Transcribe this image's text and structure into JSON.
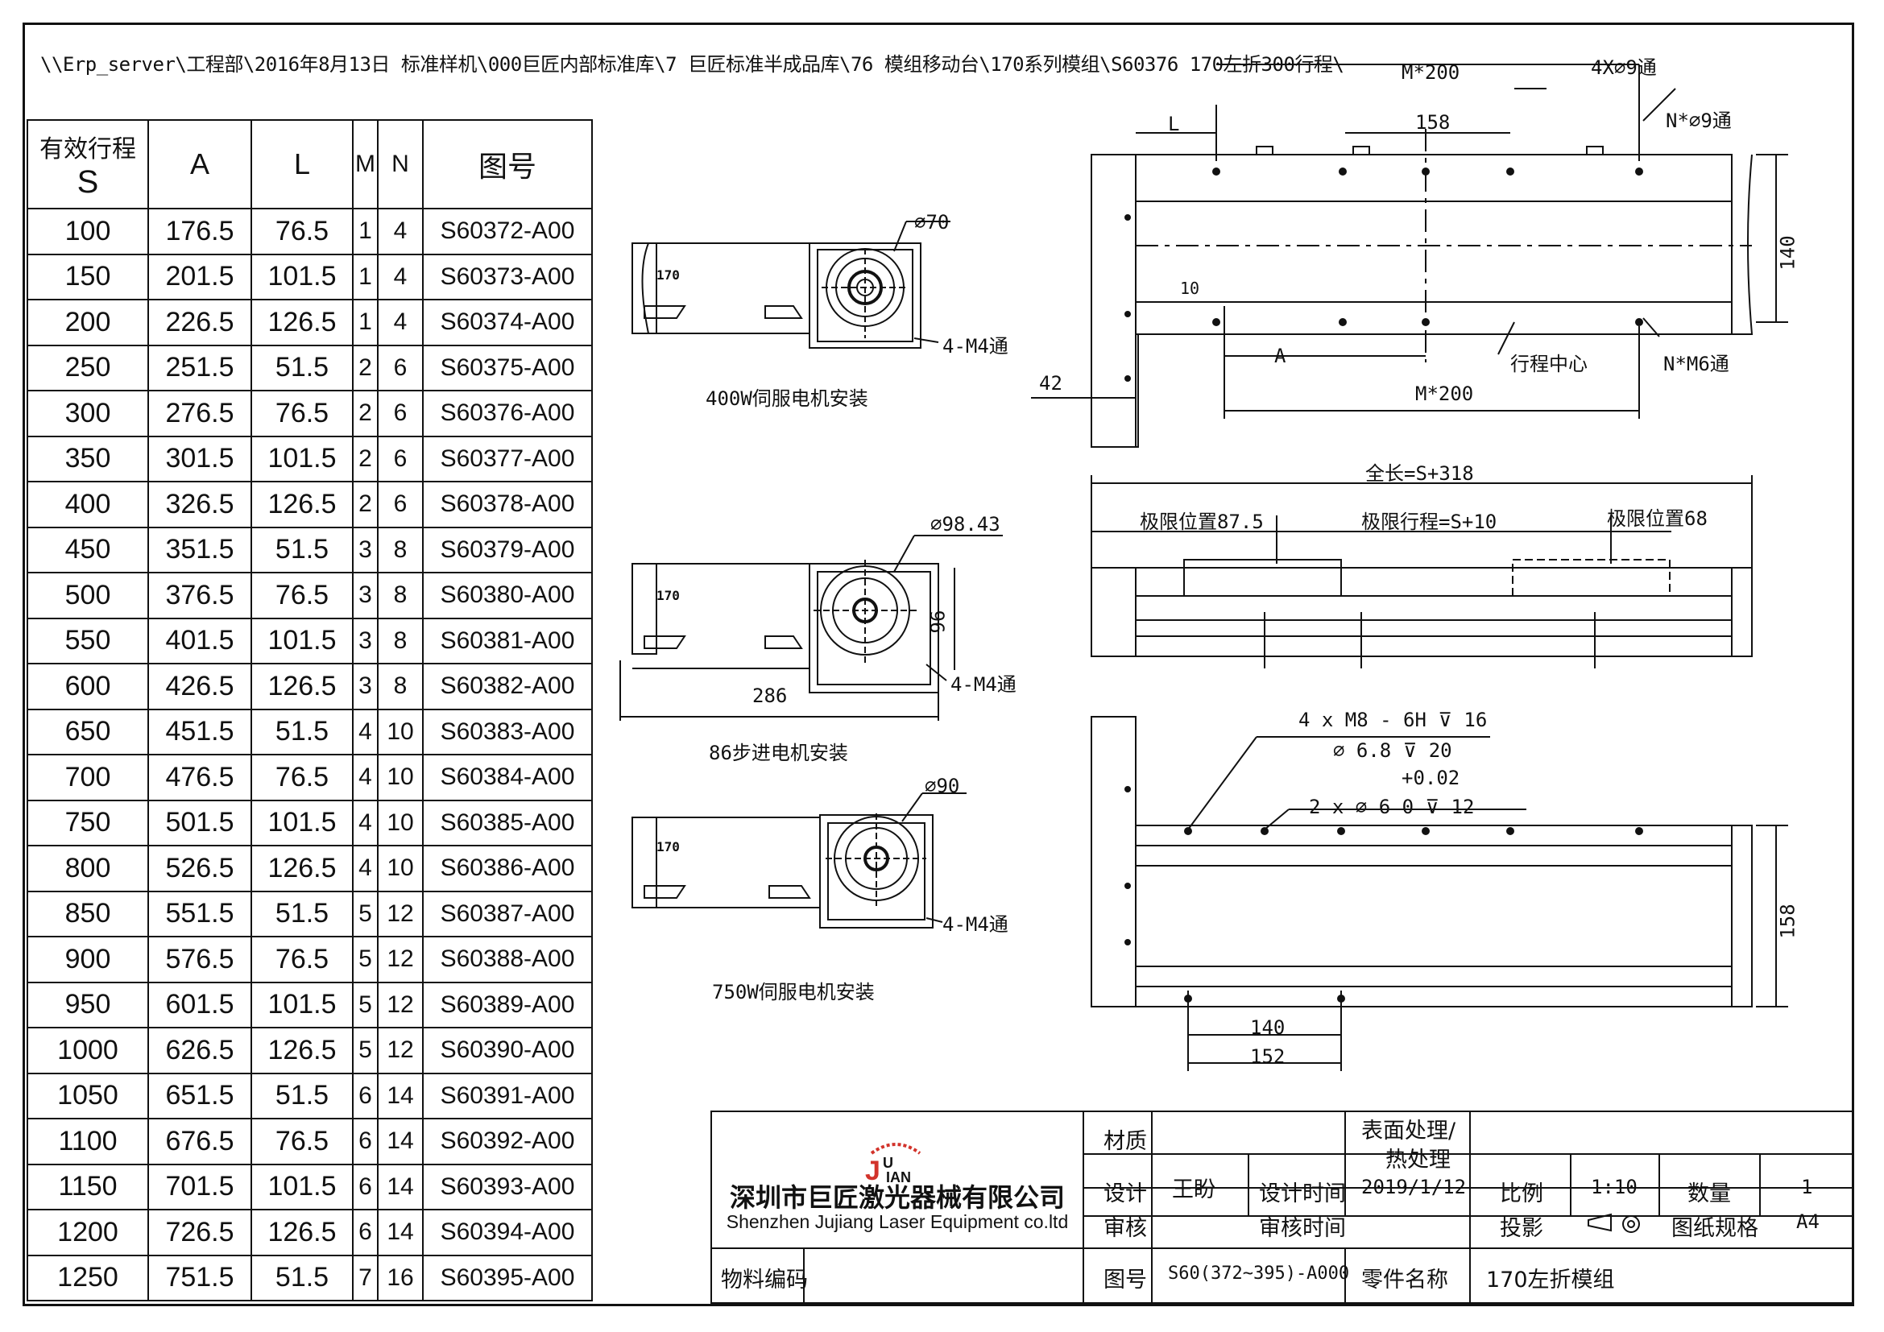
{
  "file_path": "\\\\Erp_server\\工程部\\2016年8月13日 标准样机\\000巨匠内部标准库\\7 巨匠标准半成品库\\76 模组移动台\\170系列模组\\S60376  170左折300行程\\",
  "table": {
    "headers": {
      "s_line1": "有效行程",
      "s_line2": "S",
      "a": "A",
      "l": "L",
      "m": "M",
      "n": "N",
      "drawing_no": "图号"
    },
    "rows": [
      [
        "100",
        "176.5",
        "76.5",
        "1",
        "4",
        "S60372-A00"
      ],
      [
        "150",
        "201.5",
        "101.5",
        "1",
        "4",
        "S60373-A00"
      ],
      [
        "200",
        "226.5",
        "126.5",
        "1",
        "4",
        "S60374-A00"
      ],
      [
        "250",
        "251.5",
        "51.5",
        "2",
        "6",
        "S60375-A00"
      ],
      [
        "300",
        "276.5",
        "76.5",
        "2",
        "6",
        "S60376-A00"
      ],
      [
        "350",
        "301.5",
        "101.5",
        "2",
        "6",
        "S60377-A00"
      ],
      [
        "400",
        "326.5",
        "126.5",
        "2",
        "6",
        "S60378-A00"
      ],
      [
        "450",
        "351.5",
        "51.5",
        "3",
        "8",
        "S60379-A00"
      ],
      [
        "500",
        "376.5",
        "76.5",
        "3",
        "8",
        "S60380-A00"
      ],
      [
        "550",
        "401.5",
        "101.5",
        "3",
        "8",
        "S60381-A00"
      ],
      [
        "600",
        "426.5",
        "126.5",
        "3",
        "8",
        "S60382-A00"
      ],
      [
        "650",
        "451.5",
        "51.5",
        "4",
        "10",
        "S60383-A00"
      ],
      [
        "700",
        "476.5",
        "76.5",
        "4",
        "10",
        "S60384-A00"
      ],
      [
        "750",
        "501.5",
        "101.5",
        "4",
        "10",
        "S60385-A00"
      ],
      [
        "800",
        "526.5",
        "126.5",
        "4",
        "10",
        "S60386-A00"
      ],
      [
        "850",
        "551.5",
        "51.5",
        "5",
        "12",
        "S60387-A00"
      ],
      [
        "900",
        "576.5",
        "76.5",
        "5",
        "12",
        "S60388-A00"
      ],
      [
        "950",
        "601.5",
        "101.5",
        "5",
        "12",
        "S60389-A00"
      ],
      [
        "1000",
        "626.5",
        "126.5",
        "5",
        "12",
        "S60390-A00"
      ],
      [
        "1050",
        "651.5",
        "51.5",
        "6",
        "14",
        "S60391-A00"
      ],
      [
        "1100",
        "676.5",
        "76.5",
        "6",
        "14",
        "S60392-A00"
      ],
      [
        "1150",
        "701.5",
        "101.5",
        "6",
        "14",
        "S60393-A00"
      ],
      [
        "1200",
        "726.5",
        "126.5",
        "6",
        "14",
        "S60394-A00"
      ],
      [
        "1250",
        "751.5",
        "51.5",
        "7",
        "16",
        "S60395-A00"
      ]
    ]
  },
  "motors": [
    {
      "caption": "400W伺服电机安装",
      "diameter": "∅70",
      "thread": "4-M4通",
      "model": "170"
    },
    {
      "caption": "86步进电机安装",
      "diameter": "∅98.43",
      "thread": "4-M4通",
      "model": "170",
      "dim_w": "286",
      "dim_h": "96"
    },
    {
      "caption": "750W伺服电机安装",
      "diameter": "∅90",
      "thread": "4-M4通",
      "model": "170"
    }
  ],
  "top_view": {
    "m200_top": "M*200",
    "holes_4x": "4X∅9通",
    "l": "L",
    "d158": "158",
    "n_holes": "N*∅9通",
    "d140": "140",
    "d10": "10",
    "a": "A",
    "travel_center": "行程中心",
    "n_m6": "N*M6通",
    "m200_bottom": "M*200",
    "d42": "42"
  },
  "side_view": {
    "total": "全长=S+318",
    "limit_left": "极限位置87.5",
    "limit_travel": "极限行程=S+10",
    "limit_right": "极限位置68"
  },
  "bottom_view": {
    "m8": "4 x  M8 - 6H ⊽ 16",
    "d68": "∅ 6.8 ⊽ 20",
    "tol": "+0.02",
    "pin": "2 x ∅ 6  0   ⊽ 12",
    "d158": "158",
    "d140": "140",
    "d152": "152"
  },
  "title_block": {
    "logo_letters": "JUIAN",
    "company_cn": "深圳市巨匠激光器械有限公司",
    "company_en": "Shenzhen Jujiang Laser Equipment co.ltd",
    "material_label": "材质",
    "surface_label_1": "表面处理/",
    "surface_label_2": "热处理",
    "design_label": "设计",
    "designer": "王盼",
    "design_time_label": "设计时间",
    "design_date": "2019/1/12",
    "scale_label": "比例",
    "scale": "1:10",
    "qty_label": "数量",
    "qty": "1",
    "review_label": "审核",
    "review_time_label": "审核时间",
    "projection_label": "投影",
    "paper_label": "图纸规格",
    "paper": "A4",
    "material_code_label": "物料编码",
    "drawing_no_label": "图号",
    "drawing_no": "S60(372~395)-A000",
    "part_name_label": "零件名称",
    "part_name": "170左折模组"
  }
}
